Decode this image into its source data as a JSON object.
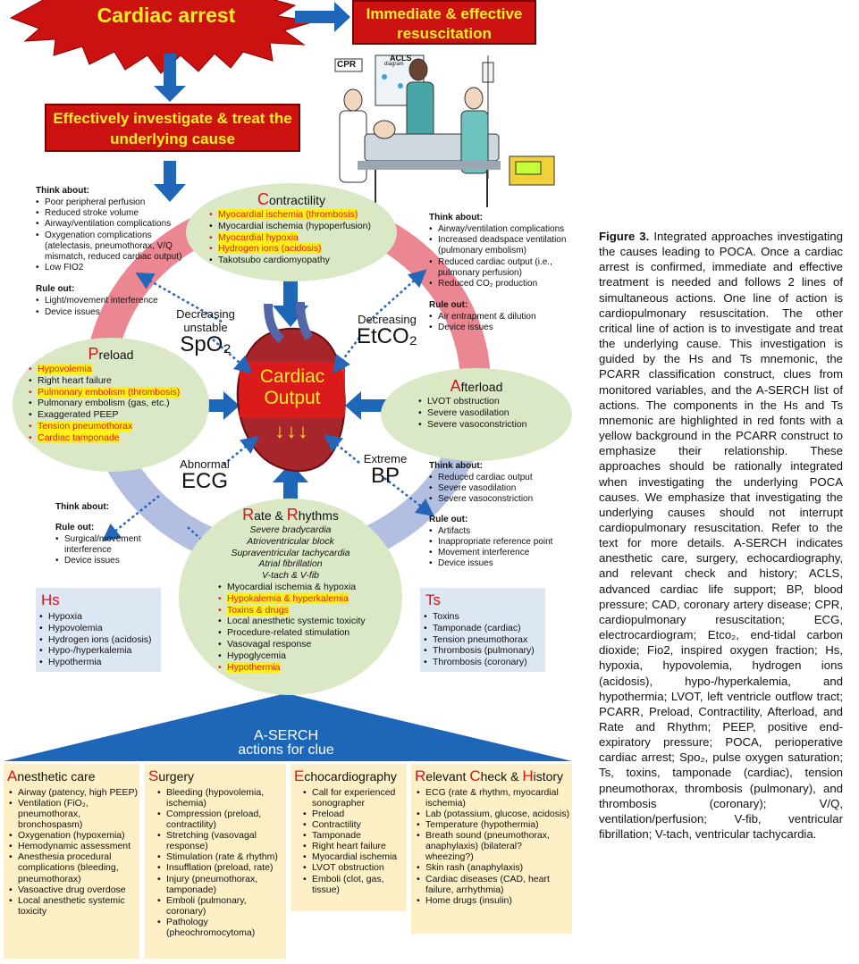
{
  "top": {
    "cardiac_arrest": "Cardiac arrest",
    "resuscitation": "Immediate & effective resuscitation",
    "investigate": "Effectively investigate & treat the underlying cause",
    "cpr_label": "CPR",
    "acls_label": "ACLS",
    "acls_sub": "diagram"
  },
  "think_left_top": {
    "header": "Think about:",
    "items": [
      "Poor peripheral perfusion",
      "Reduced stroke volume",
      "Airway/ventilation complications",
      "Oxygenation complications (atelectasis, pneumothorax, V/Q mismatch, reduced cardiac output)",
      "Low FIO2"
    ],
    "rule_header": "Rule out:",
    "rule_items": [
      "Light/movement interference",
      "Device issues"
    ]
  },
  "think_right_top": {
    "header": "Think about:",
    "items": [
      "Airway/ventilation complications",
      "Increased deadspace ventilation (pulmonary embolism)",
      "Reduced cardiac output (i.e., pulmonary perfusion)",
      "Reduced CO₂ production"
    ],
    "rule_header": "Rule out:",
    "rule_items": [
      "Air entrapment & dilution",
      "Device issues"
    ]
  },
  "think_right_bottom": {
    "header": "Think about:",
    "items": [
      "Reduced cardiac output",
      "Severe vasodilation",
      "Severe vasoconstriction"
    ],
    "rule_header": "Rule out:",
    "rule_items": [
      "Artifacts",
      "Inappropriate reference point",
      "Movement interference",
      "Device issues"
    ]
  },
  "think_left_bottom": {
    "header": "Think about:",
    "rule_header": "Rule out:",
    "rule_items": [
      "Surgical/movement interference",
      "Device issues"
    ]
  },
  "contractility": {
    "first": "C",
    "rest": "ontractility",
    "items": [
      {
        "t": "Myocardial ischemia (thrombosis)",
        "hl": true
      },
      {
        "t": "Myocardial ischemia (hypoperfusion)",
        "hl": false
      },
      {
        "t": "Myocardial hypoxia",
        "hl": true
      },
      {
        "t": "Hydrogen ions (acidosis)",
        "hl": true
      },
      {
        "t": "Takotsubo cardiomyopathy",
        "hl": false
      }
    ]
  },
  "preload": {
    "first": "P",
    "rest": "reload",
    "items": [
      {
        "t": "Hypovolemia",
        "hl": true
      },
      {
        "t": "Right heart failure",
        "hl": false
      },
      {
        "t": "Pulmonary embolism (thrombosis)",
        "hl": true
      },
      {
        "t": "Pulmonary embolism (gas, etc.)",
        "hl": false
      },
      {
        "t": "Exaggerated PEEP",
        "hl": false
      },
      {
        "t": "Tension pneumothorax",
        "hl": true
      },
      {
        "t": "Cardiac tamponade",
        "hl": true
      }
    ]
  },
  "afterload": {
    "first": "A",
    "rest": "fterload",
    "items": [
      "LVOT obstruction",
      "Severe vasodilation",
      "Severe vasoconstriction"
    ]
  },
  "rate": {
    "title_a": "R",
    "title_b": "ate & ",
    "title_c": "R",
    "title_d": "hythms",
    "italic_items": [
      "Severe bradycardia",
      "Atrioventricular block",
      "Supraventricular tachycardia",
      "Atrial fibrillation",
      "V-tach & V-fib"
    ],
    "items": [
      {
        "t": "Myocardial ischemia & hypoxia",
        "hl": false
      },
      {
        "t": "Hypokalemia & hyperkalemia",
        "hl": true
      },
      {
        "t": "Toxins & drugs",
        "hl": true
      },
      {
        "t": "Local anesthetic systemic toxicity",
        "hl": false
      },
      {
        "t": "Procedure-related stimulation",
        "hl": false
      },
      {
        "t": "Vasovagal response",
        "hl": false
      },
      {
        "t": "Hypoglycemia",
        "hl": false
      },
      {
        "t": "Hypothermia",
        "hl": true
      }
    ]
  },
  "center": {
    "line1": "Cardiac",
    "line2": "Output",
    "arrows": "↓↓↓"
  },
  "labels": {
    "spo2_top": "Decreasing unstable",
    "spo2": "SpO₂",
    "etco2_top": "Decreasing",
    "etco2": "EtCO₂",
    "ecg_top": "Abnormal",
    "ecg": "ECG",
    "bp_top": "Extreme",
    "bp": "BP"
  },
  "hs": {
    "title": "Hs",
    "items": [
      "Hypoxia",
      "Hypovolemia",
      "Hydrogen ions (acidosis)",
      "Hypo-/hyperkalemia",
      "Hypothermia"
    ]
  },
  "ts": {
    "title": "Ts",
    "items": [
      "Toxins",
      "Tamponade (cardiac)",
      "Tension pneumothorax",
      "Thrombosis (pulmonary)",
      "Thrombosis (coronary)"
    ]
  },
  "asearch": {
    "line1": "A-SERCH",
    "line2": "actions for clue",
    "anesthetic": {
      "first": "A",
      "rest": "nesthetic care",
      "items": [
        "Airway (patency, high PEEP)",
        "Ventilation (FiO₂, pneumothorax, bronchospasm)",
        "Oxygenation (hypoxemia)",
        "Hemodynamic assessment",
        "Anesthesia procedural complications (bleeding, pneumothorax)",
        "Vasoactive drug overdose",
        "Local anesthetic systemic toxicity"
      ]
    },
    "surgery": {
      "first": "S",
      "rest": "urgery",
      "items": [
        "Bleeding (hypovolemia, ischemia)",
        "Compression (preload, contractility)",
        "Stretching (vasovagal response)",
        "Stimulation (rate & rhythm)",
        "Insufflation (preload, rate)",
        "Injury (pneumothorax, tamponade)",
        "Emboli (pulmonary, coronary)",
        "Pathology (pheochromocytoma)"
      ]
    },
    "echo": {
      "first": "E",
      "rest": "chocardiography",
      "items": [
        "Call for experienced sonographer",
        "Preload",
        "Contractility",
        "Tamponade",
        "Right heart failure",
        "Myocardial ischemia",
        "LVOT obstruction",
        "Emboli (clot, gas, tissue)"
      ]
    },
    "relevant": {
      "a": "R",
      "b": "elevant ",
      "c": "C",
      "d": "heck & ",
      "e": "H",
      "f": "istory",
      "items": [
        "ECG (rate & rhythm, myocardial ischemia)",
        "Lab (potassium, glucose, acidosis)",
        "Temperature (hypothermia)",
        "Breath sound (pneumothorax, anaphylaxis) (bilateral? wheezing?)",
        "Skin rash (anaphylaxis)",
        "Cardiac diseases (CAD, heart failure, arrhythmia)",
        "Home drugs (insulin)"
      ]
    }
  },
  "caption": {
    "bold": "Figure 3.",
    "text": " Integrated approaches investigating the causes leading to POCA. Once a cardiac arrest is confirmed, immediate and effective treatment is needed and follows 2 lines of simultaneous actions. One line of action is cardiopulmonary resuscitation. The other critical line of action is to investigate and treat the underlying cause. This investigation is guided by the Hs and Ts mnemonic, the PCARR classification construct, clues from monitored variables, and the A-SERCH list of actions. The components in the Hs and Ts mnemonic are highlighted in red fonts with a yellow background in the PCARR construct to emphasize their relationship. These approaches should be rationally integrated when investigating the underlying POCA causes. We emphasize that investigating the underlying causes should not interrupt cardiopulmonary resuscitation. Refer to the text for more details. A-SERCH indicates anesthetic care, surgery, echocardiography, and relevant check and history; ACLS, advanced cardiac life support; BP, blood pressure; CAD, coronary artery disease; CPR, cardiopulmonary resuscitation; ECG, electrocardiogram; Etco₂, end-tidal carbon dioxide; Fio2, inspired oxygen fraction; Hs, hypoxia, hypovolemia, hydrogen ions (acidosis), hypo-/hyperkalemia, and hypothermia; LVOT, left ventricle outflow tract; PCARR, Preload, Contractility, Afterload, and Rate and Rhythm; PEEP, positive end-expiratory pressure; POCA, perioperative cardiac arrest; Spo₂, pulse oxygen saturation; Ts, toxins, tamponade (cardiac), tension pneumothorax, thrombosis (pulmonary), and thrombosis (coronary); V/Q, ventilation/perfusion; V-fib, ventricular fibrillation; V-tach, ventricular tachycardia."
  },
  "colors": {
    "red": "#cc1111",
    "yellow": "#ffee22",
    "green": "#dbe8c6",
    "blue": "#1d66b8",
    "pink": "#e87a86",
    "lavender": "#aab8de",
    "cream": "#fdf0c6"
  }
}
